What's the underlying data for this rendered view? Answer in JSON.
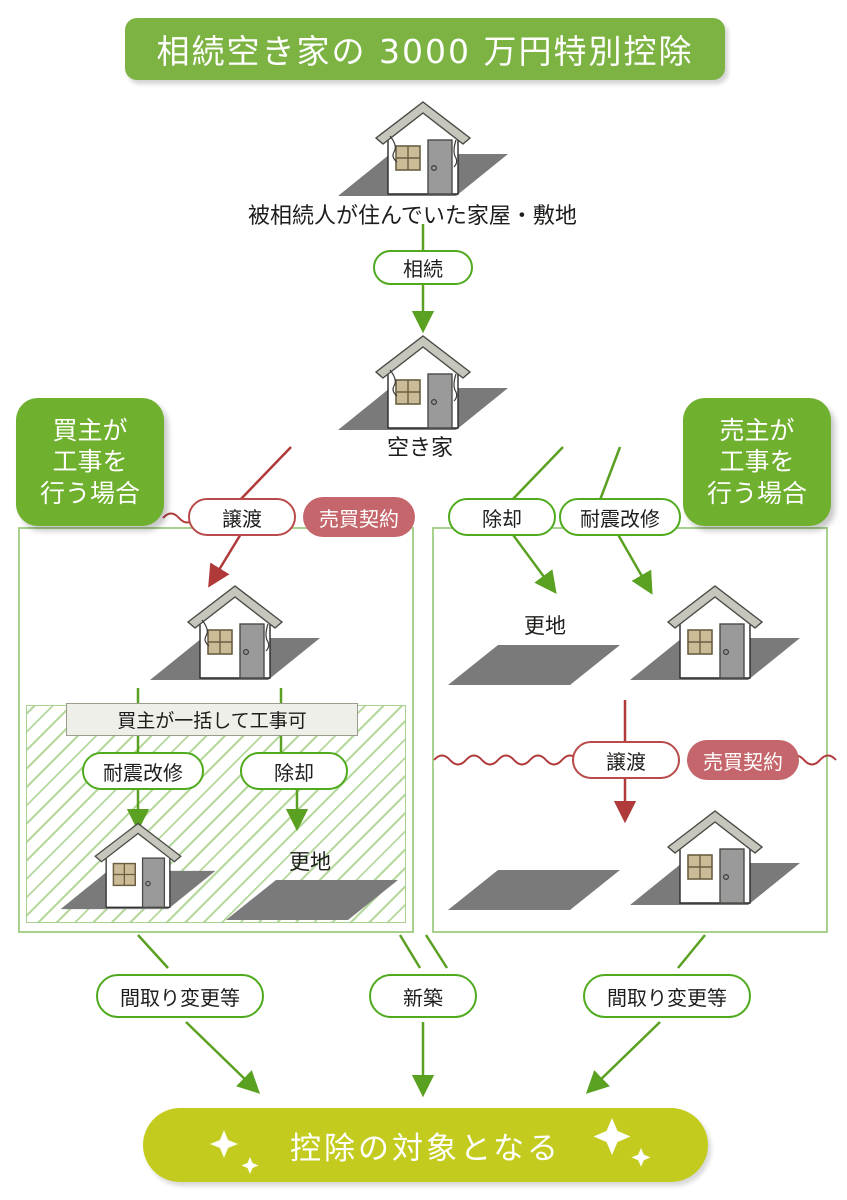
{
  "title": {
    "text": "相続空き家の 3000 万円特別控除",
    "bg_color": "#7cb342",
    "text_color": "#ffffff"
  },
  "result": {
    "text": "控除の対象となる",
    "bg_color": "#c3cc1e",
    "text_color": "#ffffff"
  },
  "badges": {
    "left": {
      "line1": "買主が",
      "line2": "工事を",
      "line3": "行う場合",
      "color": "#6fb02e"
    },
    "right": {
      "line1": "売主が",
      "line2": "工事を",
      "line3": "行う場合",
      "color": "#6fb02e"
    }
  },
  "nodes": {
    "origin_house_label": "被相続人が住んでいた家屋・敷地",
    "inheritance": "相続",
    "vacant_house_label": "空き家"
  },
  "left_column": {
    "transfer": "譲渡",
    "sale_contract": "売買契約",
    "grey_bar": "買主が一括して工事可",
    "seismic_retrofit": "耐震改修",
    "demolition": "除却",
    "vacant_land": "更地"
  },
  "right_column": {
    "demolition": "除却",
    "seismic_retrofit": "耐震改修",
    "vacant_land": "更地",
    "transfer": "譲渡",
    "sale_contract": "売買契約"
  },
  "outcomes": {
    "left": "間取り変更等",
    "center": "新築",
    "right": "間取り変更等"
  },
  "colors": {
    "green_arrow": "#5aa021",
    "red_arrow": "#b03a3a",
    "green_border": "#4faa1e",
    "light_green_border": "#a9d18e",
    "red_pill": "#c4666b",
    "ground": "#7a7a7a",
    "roof": "#b8b8b0",
    "window": "#cbbb96"
  }
}
